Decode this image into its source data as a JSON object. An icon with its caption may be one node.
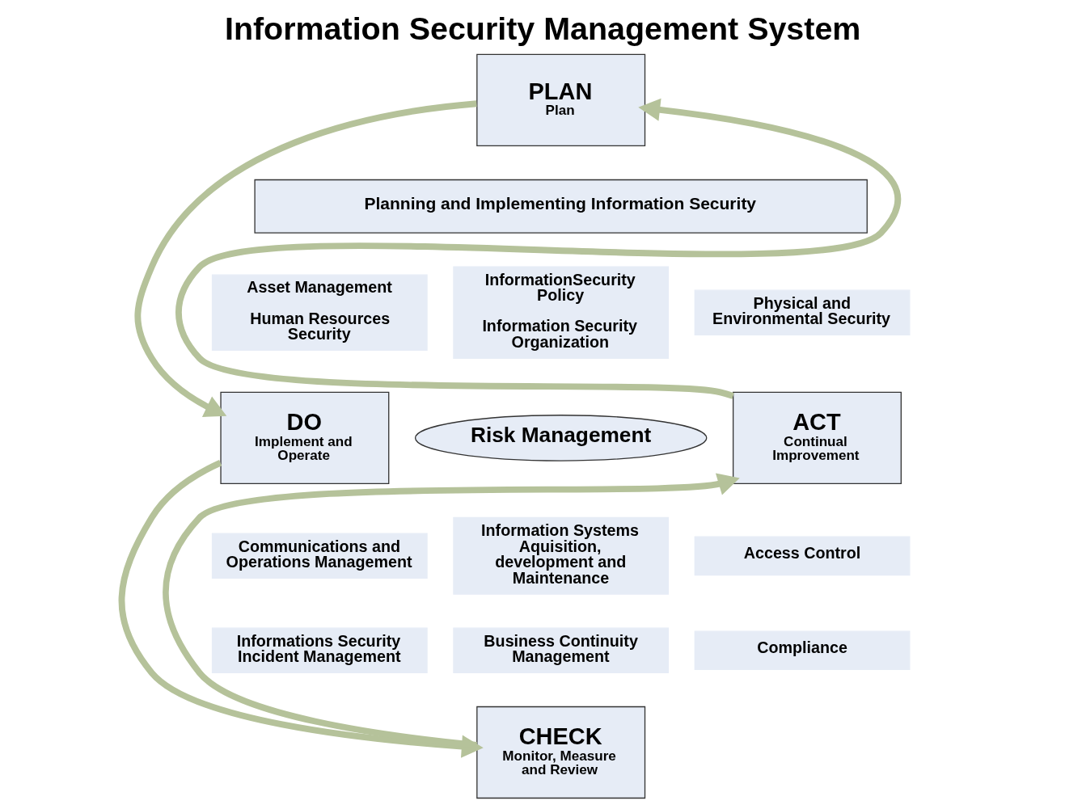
{
  "diagram": {
    "title": "Information Security Management System",
    "nodes": [
      {
        "text": [
          "PLAN",
          "Plan"
        ]
      },
      {
        "text": [
          "Planning and Implementing Information Security"
        ]
      },
      {
        "text": [
          "Asset Management",
          "Human Resources Security"
        ]
      },
      {
        "text": [
          "InformationSecurity Policy",
          "Information Security Organization"
        ]
      },
      {
        "text": [
          "Physical and Environmental Security"
        ]
      },
      {
        "text": [
          "DO",
          "Implement and Operate"
        ]
      },
      {
        "text": [
          "Risk Management"
        ]
      },
      {
        "text": [
          "ACT",
          "Continual Improvement"
        ]
      },
      {
        "text": [
          "Communications and Operations Management"
        ]
      },
      {
        "text": [
          "Information Systems Aquisition, development and Maintenance"
        ]
      },
      {
        "text": [
          "Access Control"
        ]
      },
      {
        "text": [
          "Informations Security Incident Management"
        ]
      },
      {
        "text": [
          "Business Continuity Management"
        ]
      },
      {
        "text": [
          "Compliance"
        ]
      },
      {
        "text": [
          "CHECK",
          "Monitor, Measure and Review"
        ]
      }
    ],
    "edges": [
      {
        "from": 0,
        "to": 5,
        "arrow": "to"
      },
      {
        "from": 5,
        "to": 14,
        "arrow": "to"
      },
      {
        "from": 14,
        "to": 7,
        "arrow": "to"
      },
      {
        "from": 7,
        "to": 0,
        "arrow": "to"
      }
    ]
  }
}
